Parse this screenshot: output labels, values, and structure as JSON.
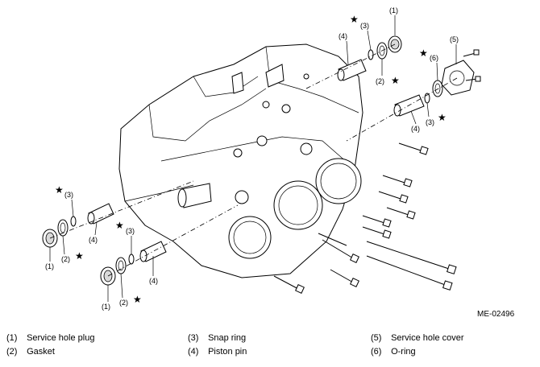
{
  "figure": {
    "code": "ME-02496",
    "callouts": {
      "n1": "(1)",
      "n2": "(2)",
      "n3": "(3)",
      "n4": "(4)",
      "n5": "(5)",
      "n6": "(6)",
      "star": "★"
    }
  },
  "legend": [
    {
      "num": "(1)",
      "label": "Service hole plug"
    },
    {
      "num": "(2)",
      "label": "Gasket"
    },
    {
      "num": "(3)",
      "label": "Snap ring"
    },
    {
      "num": "(4)",
      "label": "Piston pin"
    },
    {
      "num": "(5)",
      "label": "Service hole cover"
    },
    {
      "num": "(6)",
      "label": "O-ring"
    }
  ]
}
